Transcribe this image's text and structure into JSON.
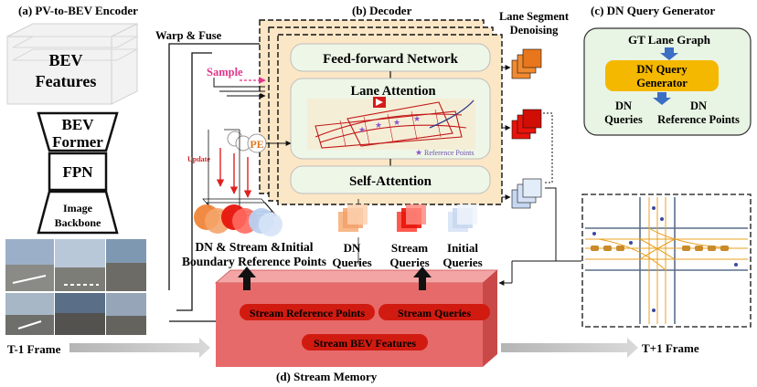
{
  "sections": {
    "encoder": "(a) PV-to-BEV Encoder",
    "decoder": "(b) Decoder",
    "generator": "(c) DN Query Generator",
    "memory": "(d) Stream Memory"
  },
  "encoder": {
    "bev_features_line1": "BEV",
    "bev_features_line2": "Features",
    "bevformer_line1": "BEV",
    "bevformer_line2": "Former",
    "fpn": "FPN",
    "backbone_line1": "Image",
    "backbone_line2": "Backbone"
  },
  "decoder": {
    "warp_fuse": "Warp & Fuse",
    "sample": "Sample",
    "update": "Update",
    "pe": "PE",
    "ffn": "Feed-forward Network",
    "lane_attention": "Lane Attention",
    "reference_points": "Reference Points",
    "self_attention": "Self-Attention",
    "lane_segment_line1": "Lane Segment",
    "lane_segment_line2": "Denoising"
  },
  "points_label": {
    "line1": "DN & Stream &Initial",
    "line2": "Boundary Reference Points"
  },
  "queries": {
    "dn_line1": "DN",
    "dn_line2": "Queries",
    "stream_line1": "Stream",
    "stream_line2": "Queries",
    "initial_line1": "Initial",
    "initial_line2": "Queries"
  },
  "generator": {
    "gt_lane_graph": "GT Lane Graph",
    "box_line1": "DN Query",
    "box_line2": "Generator",
    "dn_queries_line1": "DN",
    "dn_queries_line2": "Queries",
    "dn_ref_line1": "DN",
    "dn_ref_line2": "Reference Points"
  },
  "memory": {
    "stream_reference_points": "Stream Reference Points",
    "stream_queries": "Stream Queries",
    "stream_bev_features": "Stream BEV Features"
  },
  "timeline": {
    "prev_frame": "T-1 Frame",
    "next_frame": "T+1 Frame"
  },
  "colors": {
    "decoder_fill": "#fbe6c6",
    "module_fill": "#eef6e8",
    "generator_box": "#f5b800",
    "generator_bg": "#e8f4e4",
    "memory_front": "#e76a6a",
    "memory_top": "#f3a5a5",
    "memory_side": "#c94848",
    "arrow_blue": "#3a6fc4",
    "red_label": "#d62020",
    "sample_pink": "#e0368a"
  }
}
